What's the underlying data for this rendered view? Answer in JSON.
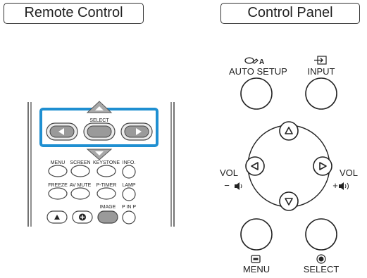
{
  "headers": {
    "remote": "Remote Control",
    "panel": "Control Panel"
  },
  "remote": {
    "select_label": "SELECT",
    "row1": [
      "MENU",
      "SCREEN",
      "KEYSTONE",
      "INFO."
    ],
    "row2": [
      "FREEZE",
      "AV MUTE",
      "P-TIMER",
      "LAMP"
    ],
    "row3": [
      "IMAGE",
      "P IN P"
    ],
    "highlight_color": "#1f8fd1"
  },
  "panel": {
    "auto_setup": "AUTO SETUP",
    "auto_setup_glyph": "A",
    "input": "INPUT",
    "vol_left": "VOL",
    "vol_left_sign": "−",
    "vol_right": "VOL",
    "vol_right_sign": "+",
    "menu": "MENU",
    "select": "SELECT"
  }
}
